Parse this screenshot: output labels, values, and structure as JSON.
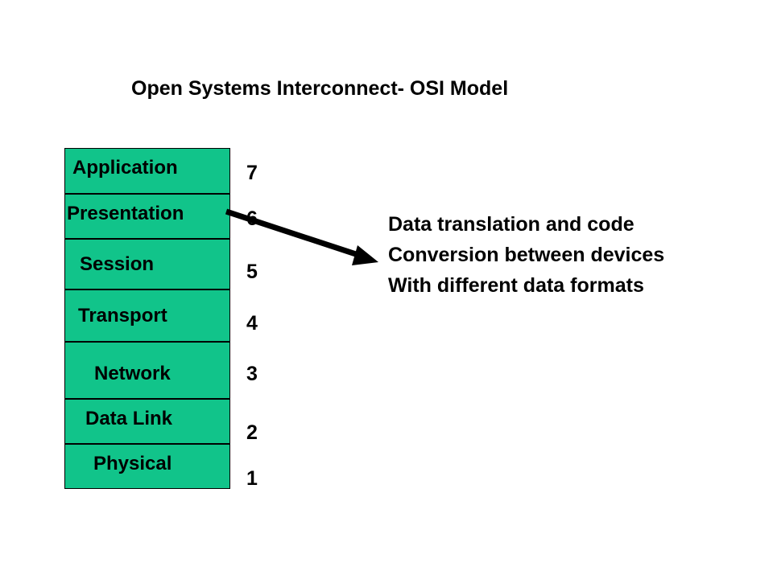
{
  "slide": {
    "title": "Open Systems Interconnect- OSI Model",
    "box_color": "#11c48a",
    "layers": [
      {
        "name": "Application",
        "number": "7"
      },
      {
        "name": "Presentation",
        "number": "6"
      },
      {
        "name": "Session",
        "number": "5"
      },
      {
        "name": "Transport",
        "number": "4"
      },
      {
        "name": "Network",
        "number": "3"
      },
      {
        "name": "Data Link",
        "number": "2"
      },
      {
        "name": "Physical",
        "number": "1"
      }
    ],
    "description": [
      "Data translation and code",
      "Conversion between devices",
      "With different data formats"
    ]
  }
}
